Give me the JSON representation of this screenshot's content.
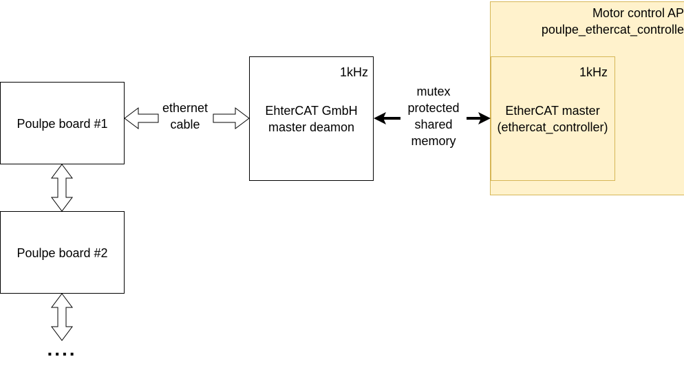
{
  "nodes": {
    "board1": {
      "label": "Poulpe board #1"
    },
    "board2": {
      "label": "Poulpe board #2"
    },
    "daemon": {
      "line1": "EhterCAT GmbH",
      "line2": "master deamon",
      "freq": "1kHz"
    },
    "app": {
      "line1": "Motor control AP",
      "line2": "poulpe_ethercat_controlle"
    },
    "controller": {
      "line1": "EtherCAT master",
      "line2": "(ethercat_controller)",
      "freq": "1kHz"
    }
  },
  "edges": {
    "ethernet": {
      "line1": "ethernet",
      "line2": "cable"
    },
    "shared_memory": {
      "line1": "mutex",
      "line2": "protected",
      "line3": "shared",
      "line4": "memory"
    }
  },
  "continuation": "....",
  "colors": {
    "app_fill": "#fff2cc",
    "app_stroke": "#d6b656",
    "stroke": "#000000"
  }
}
